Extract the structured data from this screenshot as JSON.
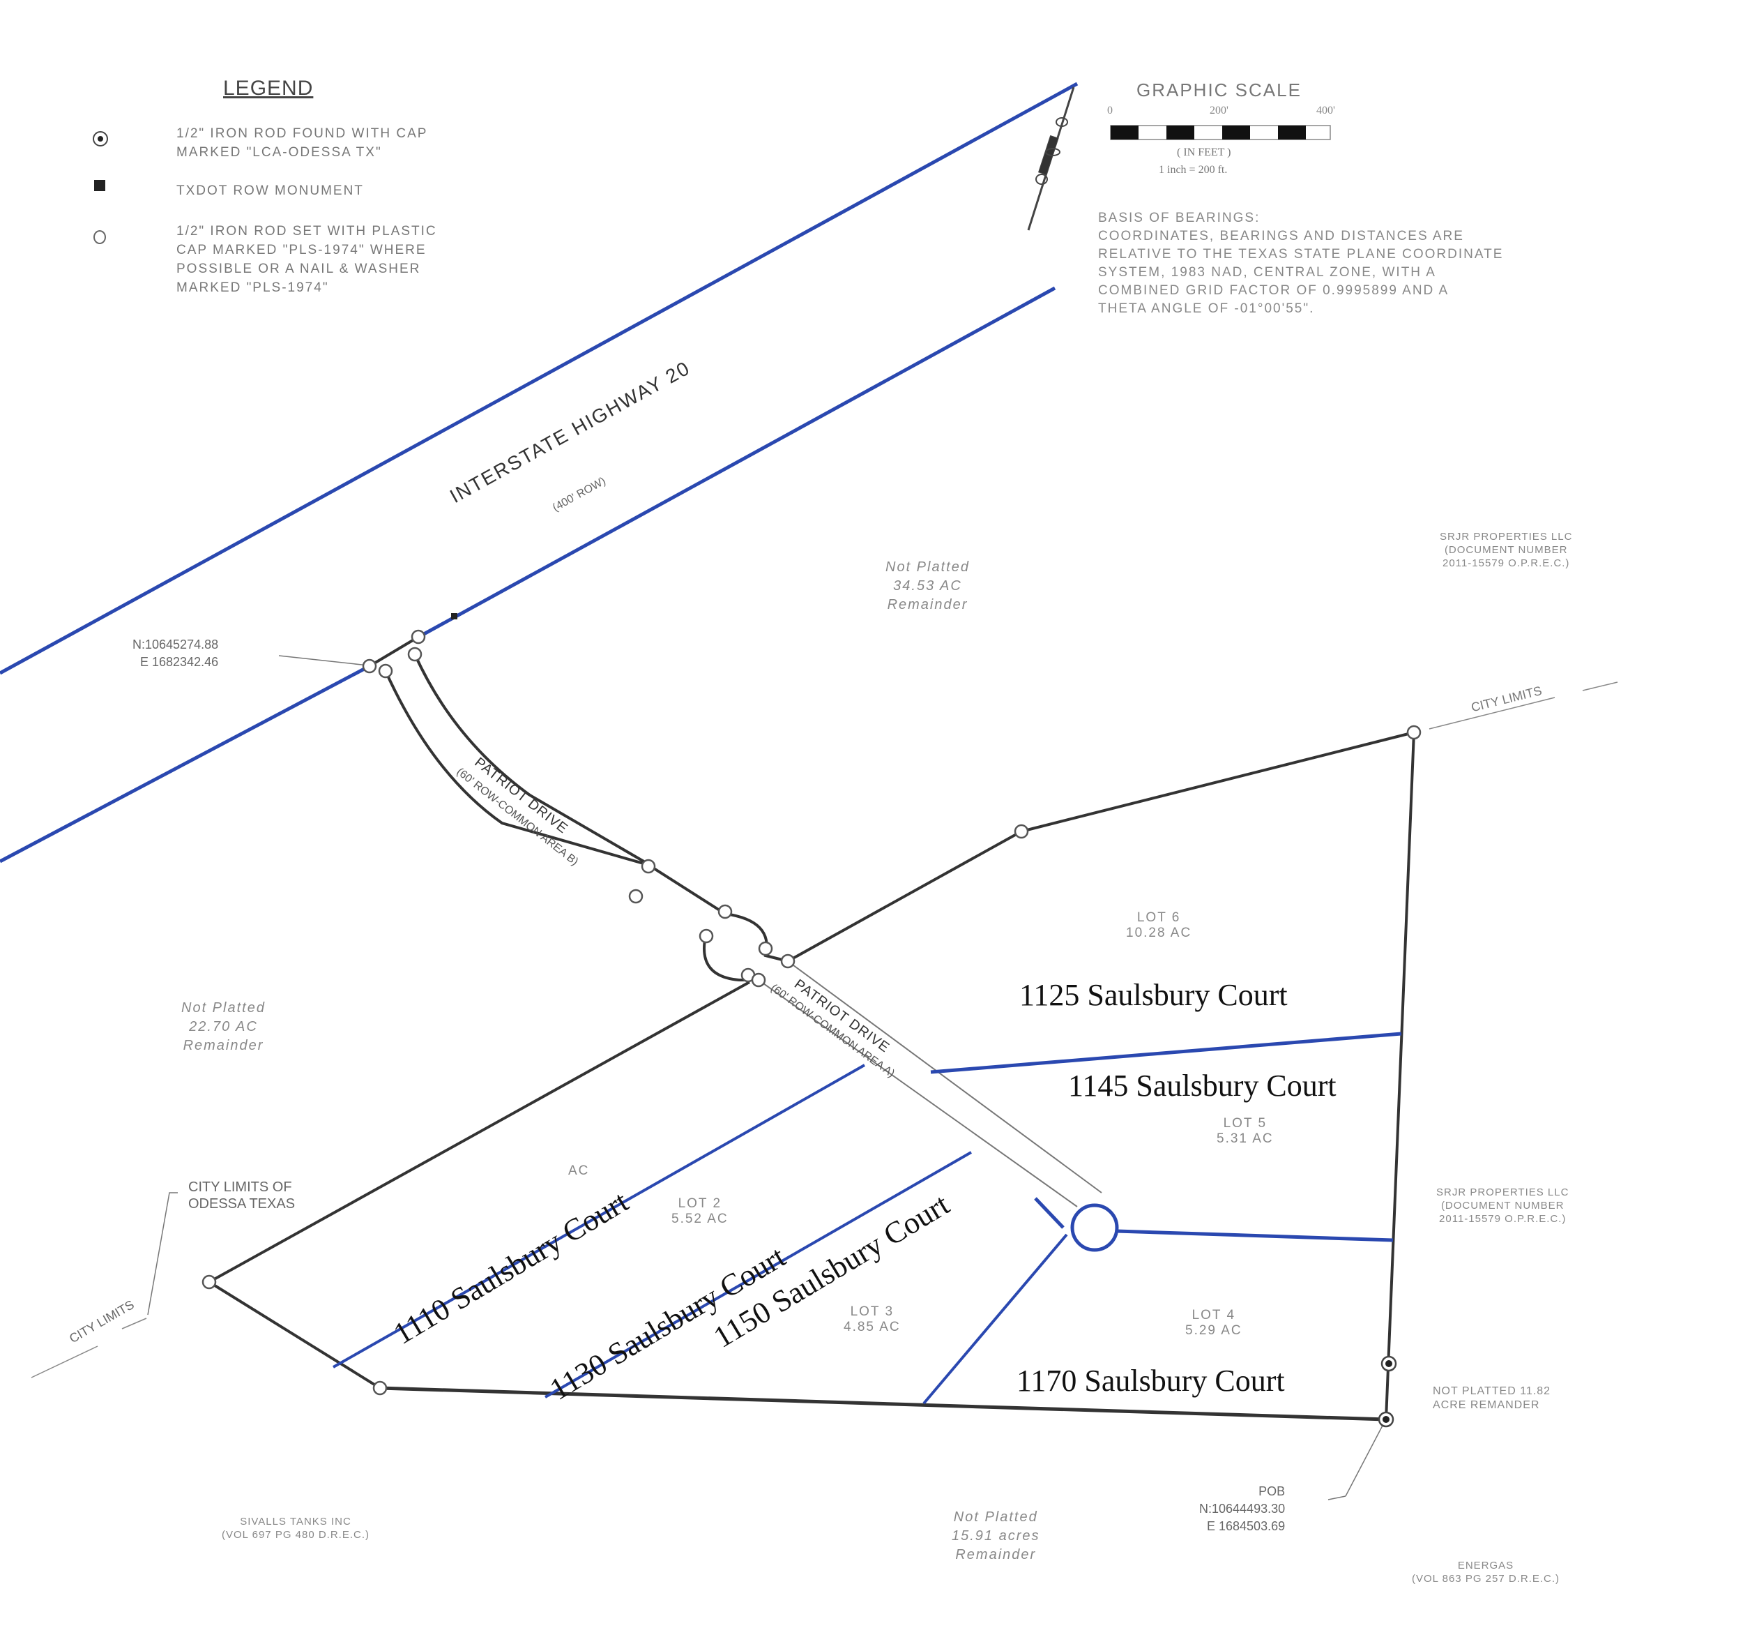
{
  "legend": {
    "title": "LEGEND",
    "items": [
      {
        "icon": "iron-rod-found-icon",
        "lines": [
          "1/2\" IRON ROD FOUND WITH CAP",
          "MARKED \"LCA-ODESSA TX\""
        ]
      },
      {
        "icon": "txdot-monument-icon",
        "lines": [
          "TXDOT ROW MONUMENT"
        ]
      },
      {
        "icon": "iron-rod-set-icon",
        "lines": [
          "1/2\" IRON ROD SET WITH PLASTIC",
          "CAP MARKED \"PLS-1974\" WHERE",
          "POSSIBLE OR A NAIL & WASHER",
          "MARKED \"PLS-1974\""
        ]
      }
    ]
  },
  "graphic_scale": {
    "title": "GRAPHIC SCALE",
    "ticks": [
      "0",
      "200'",
      "400'"
    ],
    "units": "( IN FEET )",
    "ratio": "1 inch = 200 ft."
  },
  "basis_of_bearings": "BASIS OF BEARINGS:\nCOORDINATES, BEARINGS AND DISTANCES ARE\nRELATIVE TO THE TEXAS STATE PLANE COORDINATE\nSYSTEM, 1983 NAD, CENTRAL ZONE, WITH A\nCOMBINED GRID FACTOR OF 0.9995899 AND A\nTHETA ANGLE OF -01°00'55\".",
  "highway": {
    "name": "INTERSTATE HIGHWAY 20",
    "row": "(400' ROW)"
  },
  "roads": {
    "patriot_b": {
      "name": "PATRIOT DRIVE",
      "sub": "(60' ROW-COMMON AREA B)"
    },
    "patriot_a": {
      "name": "PATRIOT DRIVE",
      "sub": "(60' ROW-COMMON AREA A)"
    }
  },
  "coordinates": {
    "nw": {
      "n": "N:10645274.88",
      "e": "E 1682342.46"
    },
    "pob": {
      "label": "POB",
      "n": "N:10644493.30",
      "e": "E 1684503.69"
    }
  },
  "remainders": {
    "north": [
      "Not Platted",
      "34.53 AC",
      "Remainder"
    ],
    "west": [
      "Not Platted",
      "22.70 AC",
      "Remainder"
    ],
    "south": [
      "Not Platted",
      "15.91 acres",
      "Remainder"
    ],
    "east": [
      "NOT PLATTED 11.82",
      "ACRE REMANDER"
    ]
  },
  "lots": [
    {
      "id": "lot-2",
      "label": "LOT 2",
      "area": "5.52 AC"
    },
    {
      "id": "lot-3",
      "label": "LOT 3",
      "area": "4.85 AC"
    },
    {
      "id": "lot-4",
      "label": "LOT 4",
      "area": "5.29 AC"
    },
    {
      "id": "lot-5",
      "label": "LOT 5",
      "area": "5.31 AC"
    },
    {
      "id": "lot-6",
      "label": "LOT 6",
      "area": "10.28 AC"
    },
    {
      "id": "lot-1",
      "label": "",
      "area": "AC"
    }
  ],
  "addresses": {
    "a1110": "1110 Saulsbury Court",
    "a1125": "1125 Saulsbury Court",
    "a1130": "1130 Saulsbury Court",
    "a1145": "1145 Saulsbury Court",
    "a1150": "1150 Saulsbury Court",
    "a1170": "1170 Saulsbury Court"
  },
  "owners": {
    "srjr_top": [
      "SRJR PROPERTIES LLC",
      "(DOCUMENT NUMBER",
      "2011-15579 O.P.R.E.C.)"
    ],
    "srjr_mid": [
      "SRJR PROPERTIES LLC",
      "(DOCUMENT NUMBER",
      "2011-15579 O.P.R.E.C.)"
    ],
    "sivalls": [
      "SIVALLS TANKS INC",
      "(VOL 697 PG 480 D.R.E.C.)"
    ],
    "energas": [
      "ENERGAS",
      "(VOL 863 PG 257 D.R.E.C.)"
    ]
  },
  "city_limits": {
    "label": "CITY LIMITS",
    "odessa": [
      "CITY LIMITS OF",
      "ODESSA TEXAS"
    ]
  },
  "colors": {
    "boundary": "#3a3a3a",
    "highlight": "#2a48b0",
    "text": "#777777",
    "address": "#111111"
  }
}
